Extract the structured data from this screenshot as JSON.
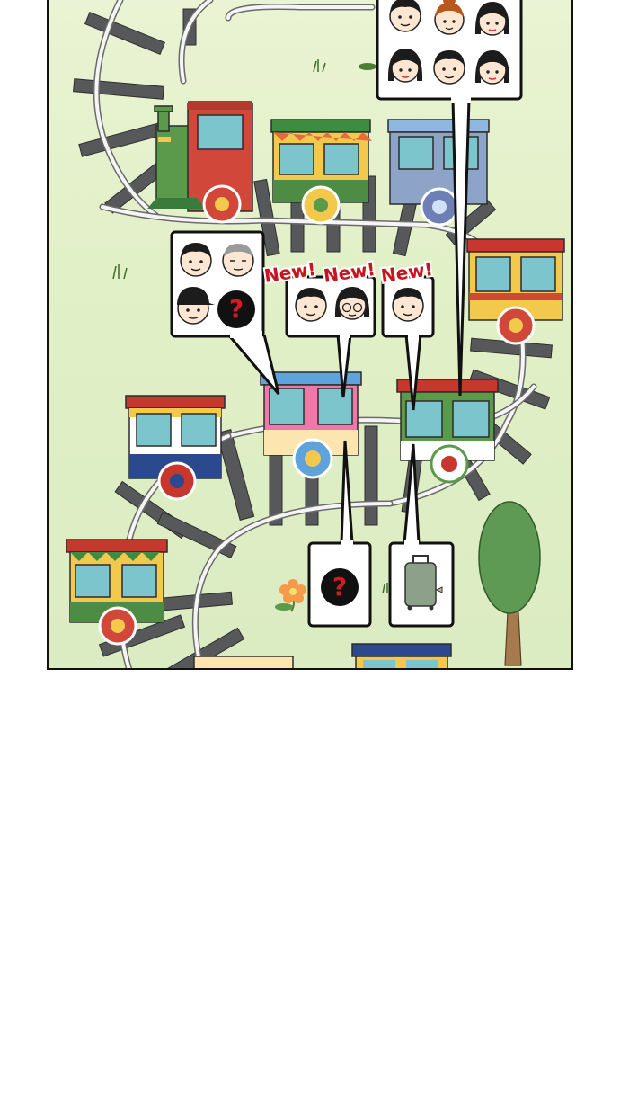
{
  "colors": {
    "background": "#e0efc5",
    "rail": "#f5f5f5",
    "sleeper": "#56585a",
    "new_label": "#c8141e",
    "bubble_bg": "#ffffff",
    "bubble_border": "#111111",
    "question_red": "#d51a22"
  },
  "badges": {
    "new_1": "New!",
    "new_2": "New!",
    "new_3": "New!"
  },
  "bubbles": {
    "top_right": {
      "faces": 6,
      "icon": "character-faces-icon"
    },
    "left": {
      "faces": 3,
      "icon": "character-faces-icon",
      "has_unknown": true
    },
    "middle": {
      "faces": 2,
      "icon": "character-faces-icon"
    },
    "right": {
      "faces": 1,
      "icon": "character-face-icon"
    },
    "bottom_left": {
      "icon": "question-mark-icon"
    },
    "bottom_right": {
      "icon": "suitcase-icon"
    }
  },
  "unknown_symbol": "?"
}
